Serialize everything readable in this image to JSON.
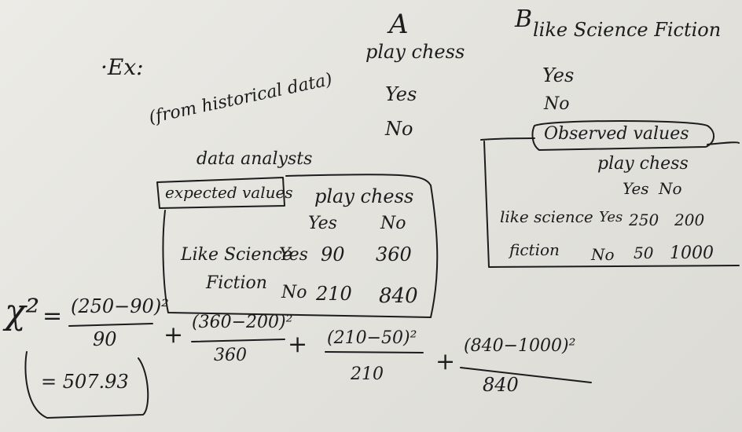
{
  "example_label": "·Ex:",
  "variable_a": {
    "letter": "A",
    "name": "play chess",
    "yes": "Yes",
    "no": "No"
  },
  "variable_b": {
    "letter": "B",
    "name": "like Science Fiction",
    "yes": "Yes",
    "no": "No"
  },
  "source_note": "(from historical data)",
  "analysts_note": "data analysts",
  "expected_table": {
    "label": "expected values",
    "col_header": "play chess",
    "col_yes": "Yes",
    "col_no": "No",
    "row_header_line1": "Like Science",
    "row_header_line2": "Fiction",
    "row_yes": "Yes",
    "row_no": "No",
    "yes_yes": "90",
    "yes_no": "360",
    "no_yes": "210",
    "no_no": "840"
  },
  "observed_table": {
    "label": "Observed values",
    "col_header": "play chess",
    "col_yes": "Yes",
    "col_no": "No",
    "row_header_line1": "like science",
    "row_header_line2": "fiction",
    "row_yes": "Yes",
    "row_no": "No",
    "yes_yes": "250",
    "yes_no": "200",
    "no_yes": "50",
    "no_no": "1000"
  },
  "formula": {
    "lhs": "χ²",
    "equals": "=",
    "term1_num": "(250−90)²",
    "term1_den": "90",
    "plus1": "+",
    "term2_num": "(360−200)²",
    "term2_den": "360",
    "plus2": "+",
    "term3_num": "(210−50)²",
    "term3_den": "210",
    "plus3": "+",
    "term4_num": "(840−1000)²",
    "term4_den": "840",
    "result": "= 507.93"
  }
}
